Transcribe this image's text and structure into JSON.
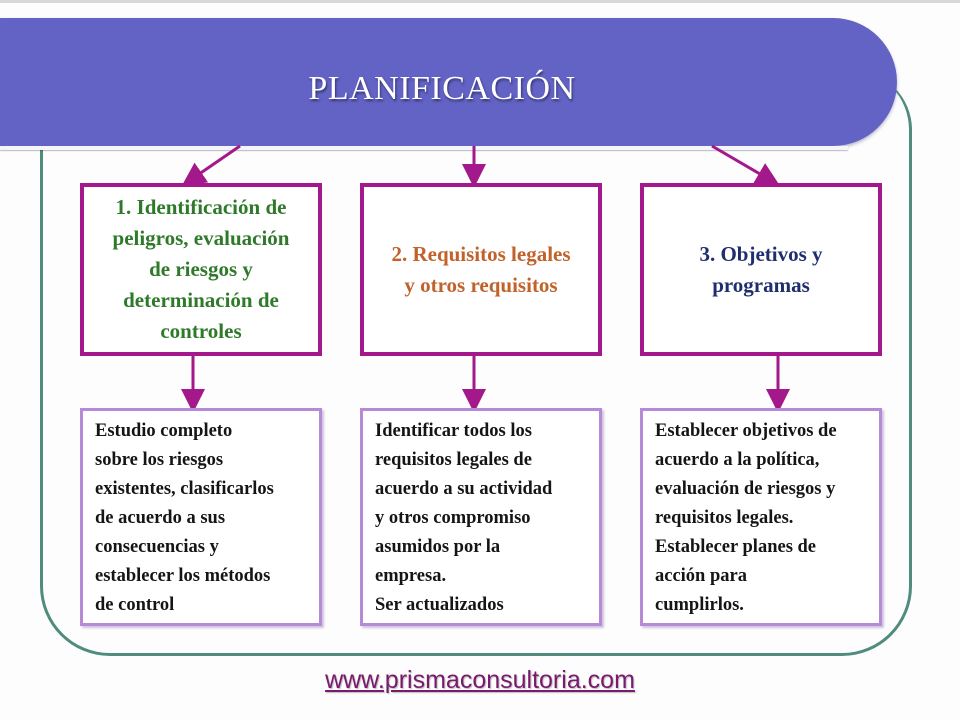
{
  "header": {
    "title": "PLANIFICACIÓN"
  },
  "colors": {
    "header_bg": "#6363c6",
    "outline": "#4f8c7e",
    "title_border": "#a3198b",
    "content_border": "#b78ad8",
    "arrow": "#a3198b",
    "footer_link": "#7a1a6e"
  },
  "columns": [
    {
      "title": "1. Identificación de\npeligros, evaluación\nde riesgos y\ndeterminación de\ncontroles",
      "title_color": "#2f7a2a",
      "content": "Estudio completo\nsobre los riesgos\nexistentes, clasificarlos\nde acuerdo a sus\nconsecuencias y\nestablecer los métodos\nde control"
    },
    {
      "title": "2. Requisitos legales\ny otros requisitos",
      "title_color": "#c0622a",
      "content": "Identificar todos los\nrequisitos legales de\nacuerdo a su actividad\ny otros compromiso\nasumidos por la\nempresa.\nSer actualizados"
    },
    {
      "title": "3. Objetivos y\nprogramas",
      "title_color": "#1f2f6e",
      "content": "Establecer objetivos de\nacuerdo a la política,\nevaluación de riesgos y\nrequisitos legales.\nEstablecer planes de\nacción para\ncumplirlos."
    }
  ],
  "footer": {
    "link": "www.prismaconsultoria.com"
  }
}
